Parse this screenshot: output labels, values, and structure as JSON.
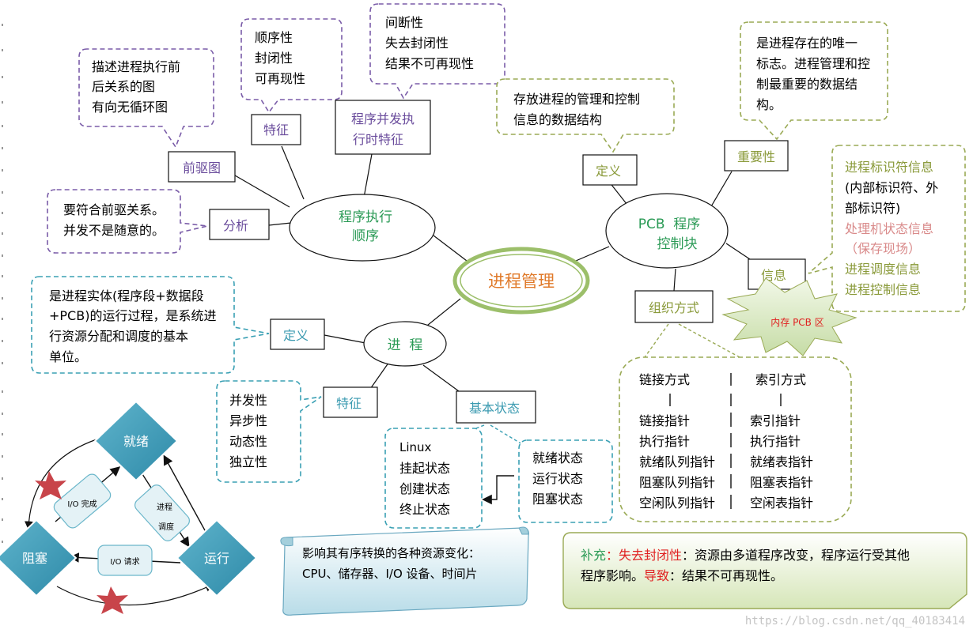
{
  "center": {
    "label": "进程管理"
  },
  "program_order": {
    "title_line1": "程序执行",
    "title_line2": "顺序",
    "precedence_graph": "前驱图",
    "precedence_desc": [
      "描述进程执行前",
      "后关系的图",
      "有向无循环图"
    ],
    "features_label": "特征",
    "features": [
      "顺序性",
      "封闭性",
      "可再现性"
    ],
    "concurrent_line1": "程序并发执",
    "concurrent_line2": "行时特征",
    "concurrent_features": [
      "间断性",
      "失去封闭性",
      "结果不可再现性"
    ],
    "analysis_label": "分析",
    "analysis_desc": [
      "要符合前驱关系。",
      "并发不是随意的。"
    ]
  },
  "process": {
    "title": "进  程",
    "definition_label": "定义",
    "definition_desc": [
      "是进程实体(程序段+数据段",
      "+PCB)的运行过程，是系统进",
      "行资源分配和调度的基本",
      "单位。"
    ],
    "features_label": "特征",
    "features": [
      "并发性",
      "异步性",
      "动态性",
      "独立性"
    ],
    "basic_states_label": "基本状态",
    "linux_states": [
      "Linux",
      "挂起状态",
      "创建状态",
      "终止状态"
    ],
    "basic_states": [
      "就绪状态",
      "运行状态",
      "阻塞状态"
    ]
  },
  "pcb": {
    "title_line1": "PCB  程序",
    "title_line2": "控制块",
    "definition_label": "定义",
    "definition_desc": [
      "存放进程的管理和控制",
      "信息的数据结构"
    ],
    "importance_label": "重要性",
    "importance_desc": [
      "是进程存在的唯一",
      "标志。进程管理和控",
      "制最重要的数据结",
      "构。"
    ],
    "info_label": "信息",
    "info_items": [
      "进程标识符信息",
      "(内部标识符、外",
      "部标识符)",
      "处理机状态信息",
      "（保存现场）",
      "进程调度信息",
      "进程控制信息"
    ],
    "memory_area": "内存 PCB 区",
    "organization_label": "组织方式",
    "organization_col1_head": "链接方式",
    "organization_col2_head": "索引方式",
    "organization_col1": [
      "链接指针",
      "执行指针",
      "就绪队列指针",
      "阻塞队列指针",
      "空闲队列指针"
    ],
    "organization_col2": [
      "索引指针",
      "执行指针",
      "就绪表指针",
      "阻塞表指针",
      "空闲表指针"
    ]
  },
  "state_diagram": {
    "ready": "就绪",
    "blocked": "阻塞",
    "running": "运行",
    "io_complete": "I/O 完成",
    "scheduling_line1": "进程",
    "scheduling_line2": "调度",
    "io_request": "I/O 请求"
  },
  "resource_note": {
    "line1": "影响其有序转换的各种资源变化：",
    "line2": "CPU、储存器、I/O 设备、时间片"
  },
  "supplement": {
    "prefix": "补充",
    "colon": "：",
    "term": "失去封闭性",
    "text1": "：资源由多道程序改变，程序运行受其他",
    "text2": "程序影响。",
    "result_label": "导致",
    "text3": "：结果不可再现性。"
  },
  "watermark": "https://blog.csdn.net/qq_40183414",
  "colors": {
    "purple": "#7a5ca8",
    "teal": "#3aa0b4",
    "olive": "#9aaa55",
    "green_text": "#2a9a55",
    "orange": "#e07a2a",
    "pink_text": "#d98a8a",
    "red": "#e02020",
    "olive_text": "#8a9a3a"
  }
}
